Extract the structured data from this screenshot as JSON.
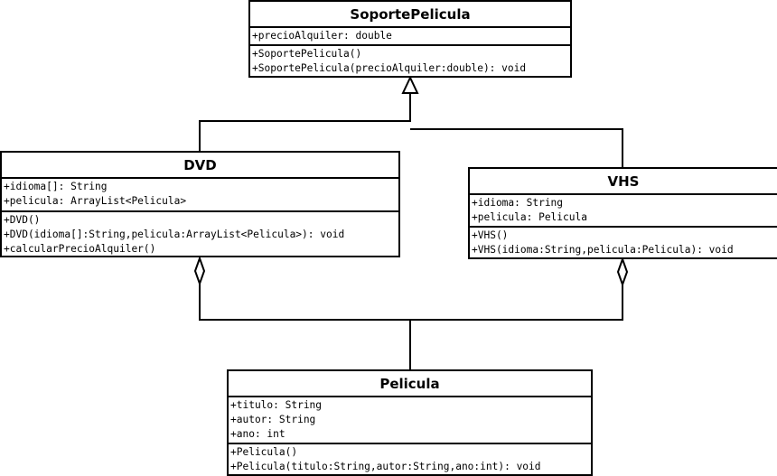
{
  "classes": {
    "soporte": {
      "name": "SoportePelicula",
      "attributes": [
        "+precioAlquiler: double"
      ],
      "methods": [
        "+SoportePelicula()",
        "+SoportePelicula(precioAlquiler:double): void"
      ]
    },
    "dvd": {
      "name": "DVD",
      "attributes": [
        "+idioma[]: String",
        "+pelicula: ArrayList<Pelicula>"
      ],
      "methods": [
        "+DVD()",
        "+DVD(idioma[]:String,pelicula:ArrayList<Pelicula>): void",
        "+calcularPrecioAlquiler()"
      ]
    },
    "vhs": {
      "name": "VHS",
      "attributes": [
        "+idioma: String",
        "+pelicula: Pelicula"
      ],
      "methods": [
        "+VHS()",
        "+VHS(idioma:String,pelicula:Pelicula): void"
      ]
    },
    "pelicula": {
      "name": "Pelicula",
      "attributes": [
        "+titulo: String",
        "+autor: String",
        "+ano: int"
      ],
      "methods": [
        "+Pelicula()",
        "+Pelicula(titulo:String,autor:String,ano:int): void"
      ]
    }
  },
  "relations": [
    {
      "type": "generalization",
      "from": "dvd",
      "to": "soporte"
    },
    {
      "type": "generalization",
      "from": "vhs",
      "to": "soporte"
    },
    {
      "type": "aggregation",
      "whole": "dvd",
      "part": "pelicula"
    },
    {
      "type": "aggregation",
      "whole": "vhs",
      "part": "pelicula"
    }
  ],
  "colors": {
    "line": "#000000",
    "background": "#ffffff"
  }
}
